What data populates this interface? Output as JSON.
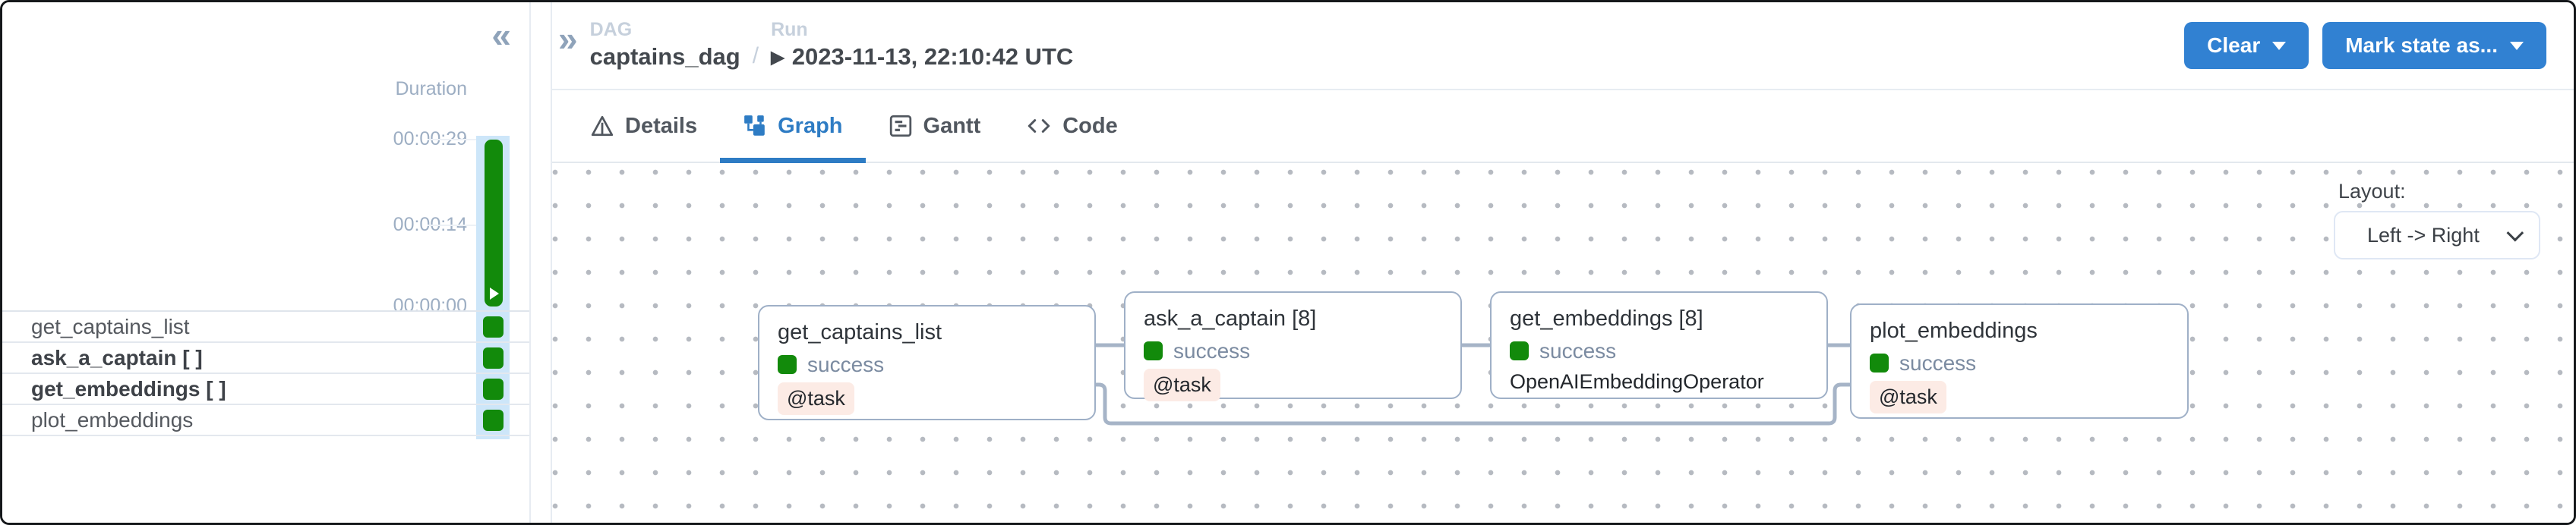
{
  "sidebar": {
    "duration_label": "Duration",
    "axis_ticks": [
      "00:00:29",
      "00:00:14",
      "00:00:00"
    ],
    "tasks": [
      {
        "name": "get_captains_list",
        "status": "success"
      },
      {
        "name": "ask_a_captain [ ]",
        "status": "success"
      },
      {
        "name": "get_embeddings [ ]",
        "status": "success"
      },
      {
        "name": "plot_embeddings",
        "status": "success"
      }
    ]
  },
  "header": {
    "dag_label": "DAG",
    "dag_name": "captains_dag",
    "separator": "/",
    "run_label": "Run",
    "run_value": "2023-11-13, 22:10:42 UTC",
    "buttons": [
      {
        "label": "Clear"
      },
      {
        "label": "Mark state as..."
      }
    ]
  },
  "tabs": [
    {
      "label": "Details"
    },
    {
      "label": "Graph"
    },
    {
      "label": "Gantt"
    },
    {
      "label": "Code"
    }
  ],
  "graph": {
    "layout_label": "Layout:",
    "layout_value": "Left -> Right",
    "nodes": [
      {
        "title": "get_captains_list",
        "status": "success",
        "operator": "@task"
      },
      {
        "title": "ask_a_captain [8]",
        "status": "success",
        "operator": "@task"
      },
      {
        "title": "get_embeddings [8]",
        "status": "success",
        "operator": "OpenAIEmbeddingOperator"
      },
      {
        "title": "plot_embeddings",
        "status": "success",
        "operator": "@task"
      }
    ],
    "edges": [
      "get_captains_list -> ask_a_captain",
      "ask_a_captain -> get_embeddings",
      "get_embeddings -> plot_embeddings",
      "get_captains_list -> plot_embeddings"
    ]
  },
  "colors": {
    "accent_blue": "#3181d2",
    "active_tab_blue": "#2e7cc4",
    "success_green": "#128a0b",
    "task_badge_bg": "#fcebe5",
    "node_border": "#9fb0c7",
    "edge_gray": "#a6b4c7",
    "run_highlight": "#cde6f9"
  }
}
